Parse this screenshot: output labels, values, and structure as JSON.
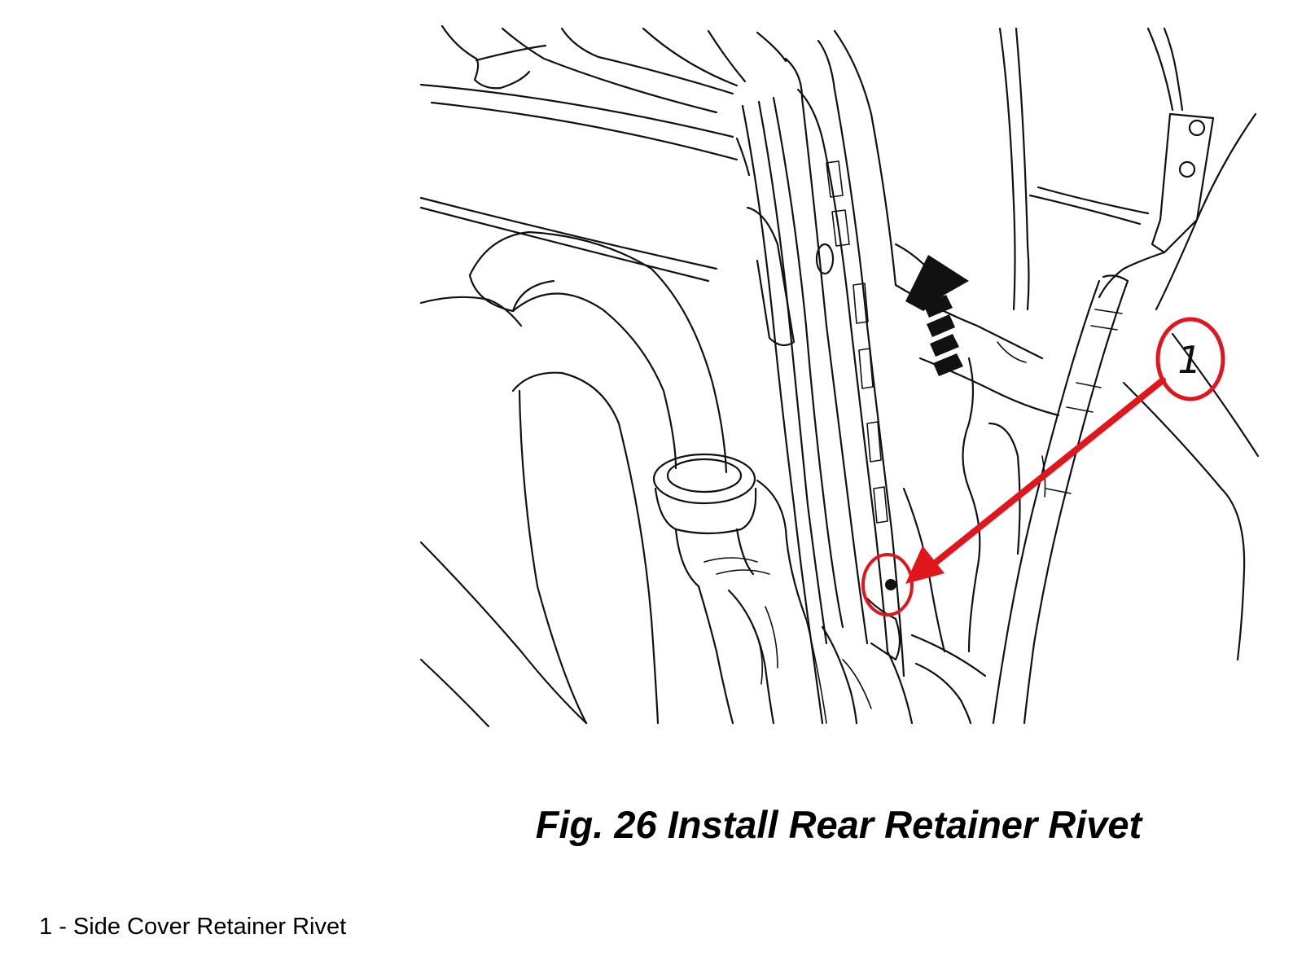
{
  "figure": {
    "caption": "Fig. 26 Install Rear Retainer Rivet"
  },
  "callouts": [
    {
      "number": "1",
      "separator": " - ",
      "label": "Side Cover Retainer Rivet"
    }
  ],
  "colors": {
    "callout_red": "#e0161c",
    "line_art": "#111111",
    "background": "#ffffff"
  },
  "icons": {
    "direction_arrow": "dashed-up-arrow-icon"
  }
}
